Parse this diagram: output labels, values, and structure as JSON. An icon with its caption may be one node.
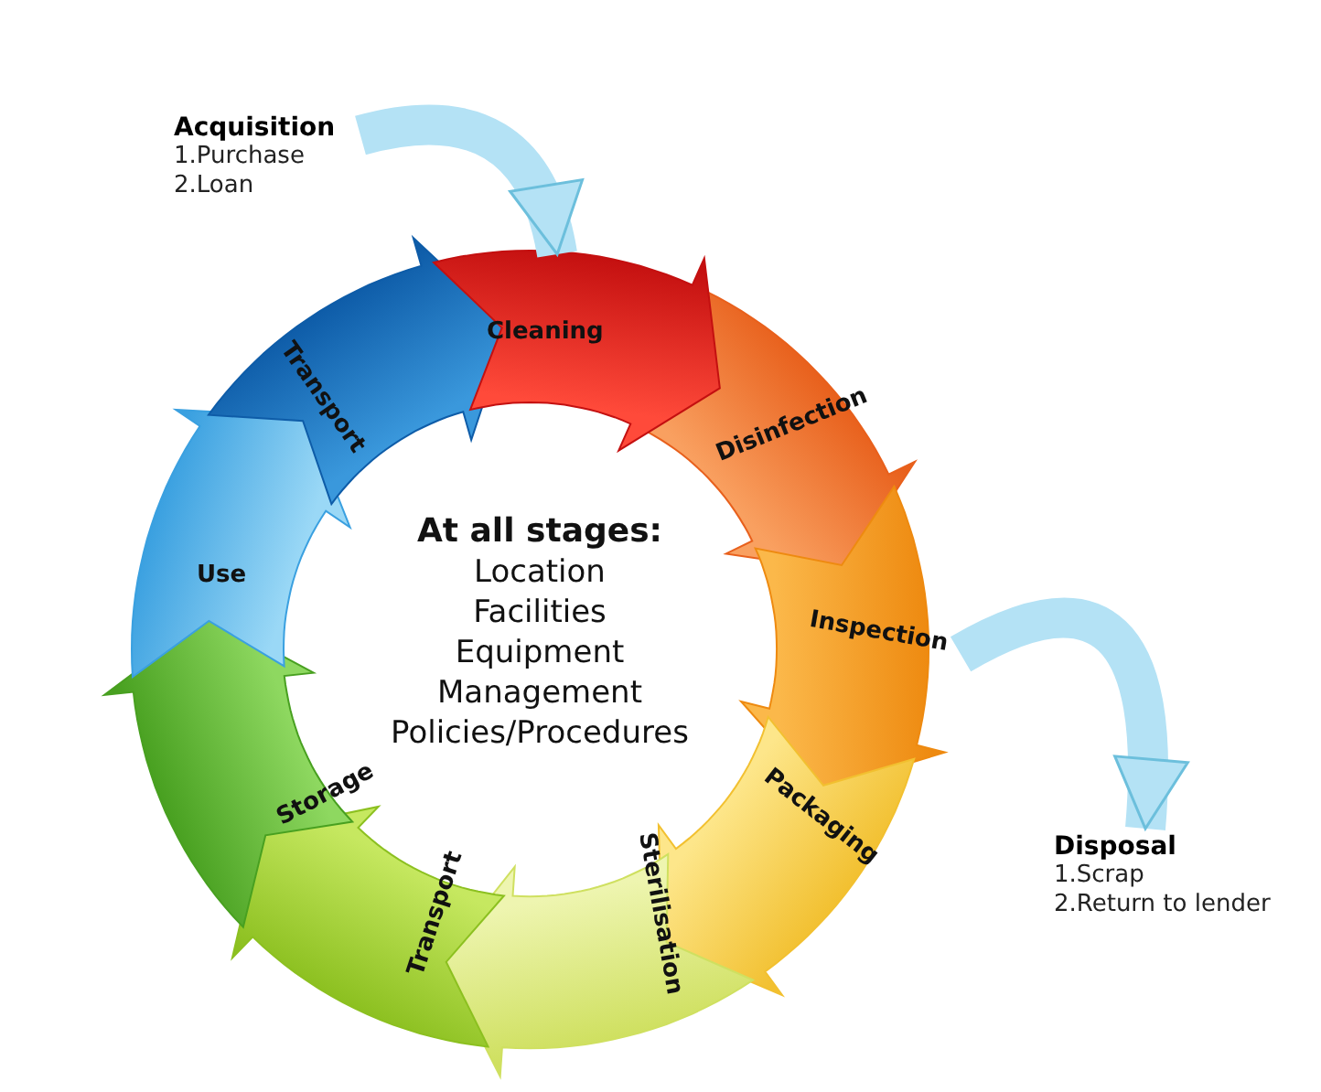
{
  "diagram": {
    "nodes": [
      {
        "text": [
          "Acquisition",
          "1.Purchase",
          "2.Loan"
        ]
      },
      {
        "text": [
          "Cleaning"
        ]
      },
      {
        "text": [
          "Disinfection"
        ]
      },
      {
        "text": [
          "Inspection"
        ]
      },
      {
        "text": [
          "Packaging"
        ]
      },
      {
        "text": [
          "Sterilisation"
        ]
      },
      {
        "text": [
          "Transport"
        ]
      },
      {
        "text": [
          "Storage"
        ]
      },
      {
        "text": [
          "Use"
        ]
      },
      {
        "text": [
          "Transport"
        ]
      },
      {
        "text": [
          "Disposal",
          "1.Scrap",
          "2.Return to lender"
        ]
      }
    ],
    "edges": [
      {
        "from": 0,
        "to": 1,
        "arrow": "to"
      },
      {
        "from": 3,
        "to": 10,
        "arrow": "to"
      }
    ],
    "labels": [
      "At all stages:",
      "Location",
      "Facilities",
      "Equipment",
      "Management",
      "Policies/Procedures"
    ]
  }
}
